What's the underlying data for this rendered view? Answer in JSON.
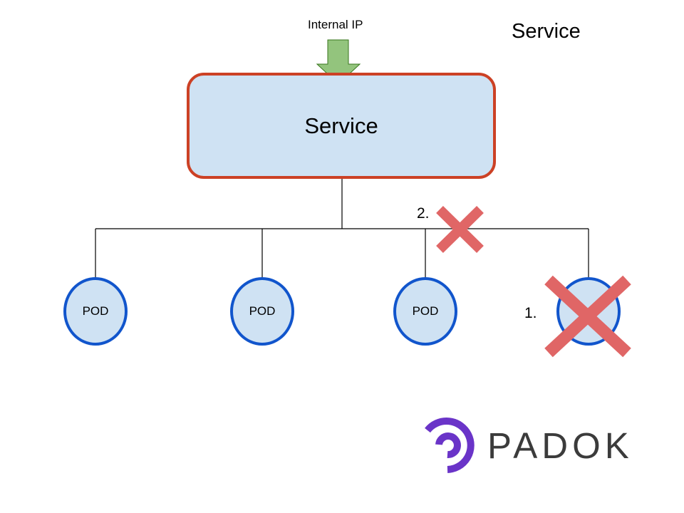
{
  "title": "Service",
  "entry": {
    "label": "Internal IP",
    "arrow_color": "#93c47d"
  },
  "service": {
    "label": "Service",
    "fill": "#cfe2f3",
    "border_color": "#cc4125"
  },
  "pods": [
    {
      "label": "POD",
      "status": "running"
    },
    {
      "label": "POD",
      "status": "running"
    },
    {
      "label": "POD",
      "status": "running"
    },
    {
      "label": "",
      "status": "failed"
    }
  ],
  "failures": [
    {
      "step": "1.",
      "target": "pod"
    },
    {
      "step": "2.",
      "target": "connection"
    }
  ],
  "colors": {
    "pod_border": "#1155cc",
    "pod_fill": "#cfe2f3",
    "cross": "#e06666",
    "logo_purple": "#6a34c8"
  },
  "logo": {
    "text": "PADOK"
  }
}
